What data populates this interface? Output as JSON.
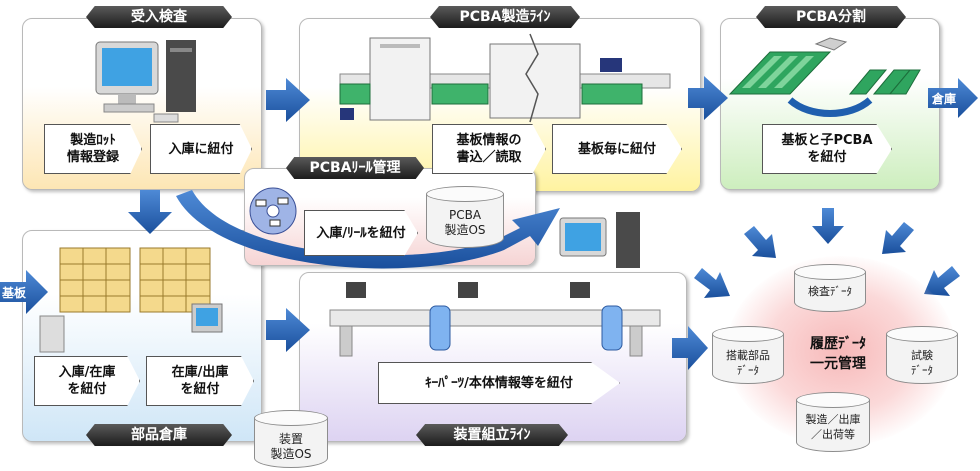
{
  "sections": {
    "receiving": "受入検査",
    "pcba_line": "PCBA製造ﾗｲﾝ",
    "pcba_split": "PCBA分割",
    "reel_mgmt": "PCBAﾘｰﾙ管理",
    "parts_warehouse": "部品倉庫",
    "assembly_line": "装置組立ﾗｲﾝ"
  },
  "steps": {
    "lot_registration": "製造ﾛｯﾄ\n情報登録",
    "link_receiving": "入庫に紐付",
    "board_write_read": "基板情報の\n書込／読取",
    "link_each_board": "基板毎に紐付",
    "link_board_child": "基板と子PCBA\nを紐付",
    "link_reel": "入庫/ﾘｰﾙを紐付",
    "link_in_stock": "入庫/在庫\nを紐付",
    "link_stock_out": "在庫/出庫\nを紐付",
    "link_key_parts": "ｷｰﾊﾟｰﾂ/本体情報等を紐付"
  },
  "databases": {
    "pcba_os": "PCBA\n製造OS",
    "device_os": "装置\n製造OS",
    "inspection": "検査ﾃﾞｰﾀ",
    "mounted_parts": "搭載部品\nﾃﾞｰﾀ",
    "test": "試験\nﾃﾞｰﾀ",
    "mfg_shipping": "製造／出庫\n／出荷等"
  },
  "central": "履歴ﾃﾞｰﾀ\n一元管理",
  "io": {
    "board_in": "基板",
    "warehouse_out": "倉庫"
  },
  "colors": {
    "arrow_blue": "#1f5fae",
    "receiving_bg": "#fde6b4",
    "pcba_line_bg": "#fff6a8",
    "split_bg": "#d2efc4",
    "warehouse_bg": "#cfe6f7",
    "assembly_bg": "#e0d6f2",
    "reel_bg": "#f6d6d6",
    "center_glow": "#f7b9b9"
  }
}
